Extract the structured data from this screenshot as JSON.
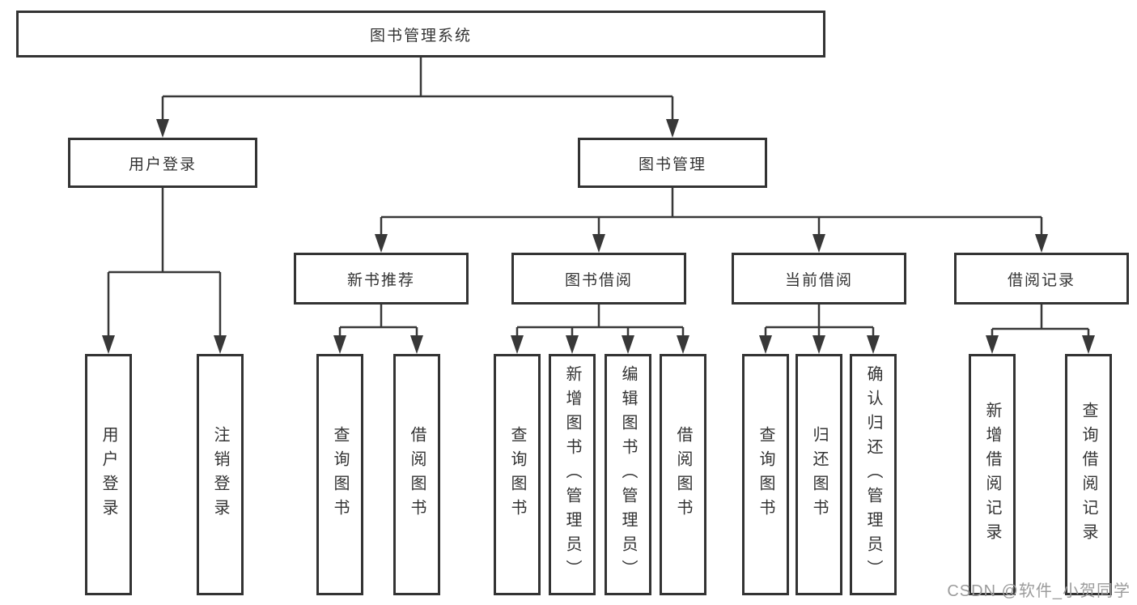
{
  "diagram": {
    "title": "图书管理系统",
    "root": "图书管理系统",
    "level2": {
      "user_login": "用户登录",
      "book_mgmt": "图书管理"
    },
    "level3": {
      "new_books": "新书推荐",
      "book_borrow": "图书借阅",
      "current_borrow": "当前借阅",
      "borrow_records": "借阅记录"
    },
    "leaves": {
      "user_login": [
        "用户登录",
        "注销登录"
      ],
      "new_books": [
        "查询图书",
        "借阅图书"
      ],
      "book_borrow": [
        "查询图书",
        "新增图书（管理员）",
        "编辑图书（管理员）",
        "借阅图书"
      ],
      "current_borrow": [
        "查询图书",
        "归还图书",
        "确认归还（管理员）"
      ],
      "borrow_records": [
        "新增借阅记录",
        "查询借阅记录"
      ]
    }
  },
  "watermark": "CSDN @软件_小贺同学",
  "colors": {
    "line": "#383838",
    "border": "#333333",
    "text": "#333333",
    "background": "#ffffff",
    "watermark": "#9c9c9c"
  }
}
